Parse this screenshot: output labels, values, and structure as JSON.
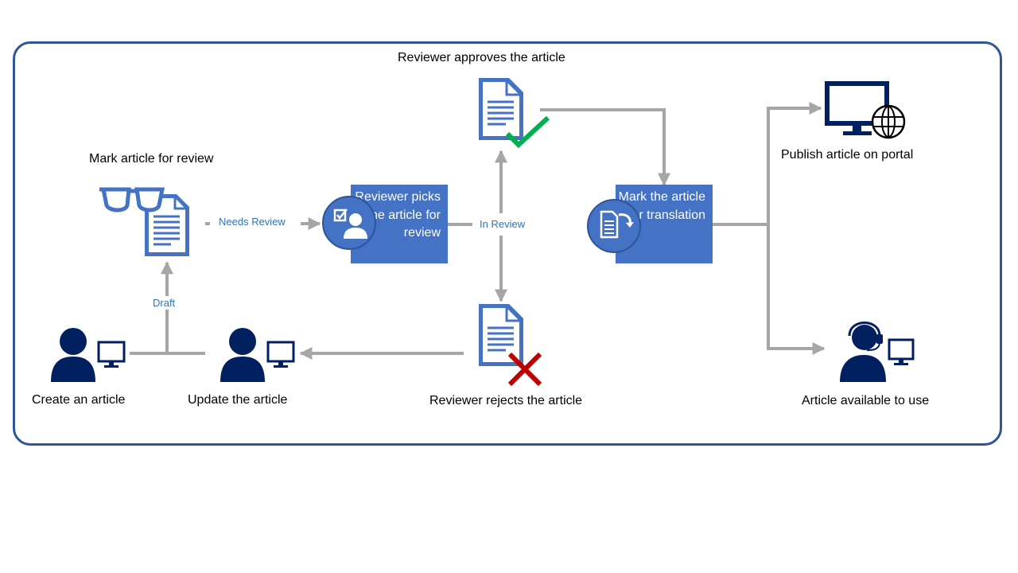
{
  "title": "",
  "steps": {
    "create": "Create an article",
    "update": "Update the article",
    "mark_review": "Mark article for review",
    "picks": "Reviewer picks the article for review",
    "approves": "Reviewer approves the article",
    "rejects": "Reviewer rejects the article",
    "translation": "Mark the article for translation",
    "publish": "Publish article on portal",
    "available": "Article available to use"
  },
  "states": {
    "draft": "Draft",
    "needs_review": "Needs Review",
    "in_review": "In Review"
  },
  "icons": {
    "author": "person-with-monitor-icon",
    "review_doc": "glasses-document-icon",
    "approved": "document-checkmark-icon",
    "rejected": "document-x-icon",
    "portal": "monitor-globe-icon",
    "agent": "headset-agent-icon"
  },
  "colors": {
    "frame": "#2f5597",
    "box": "#4472c4",
    "doc": "#4472c4",
    "person": "#002060",
    "arrow": "#a6a6a6",
    "label": "#2e75b6",
    "approve": "#00b050",
    "reject": "#c00000"
  }
}
